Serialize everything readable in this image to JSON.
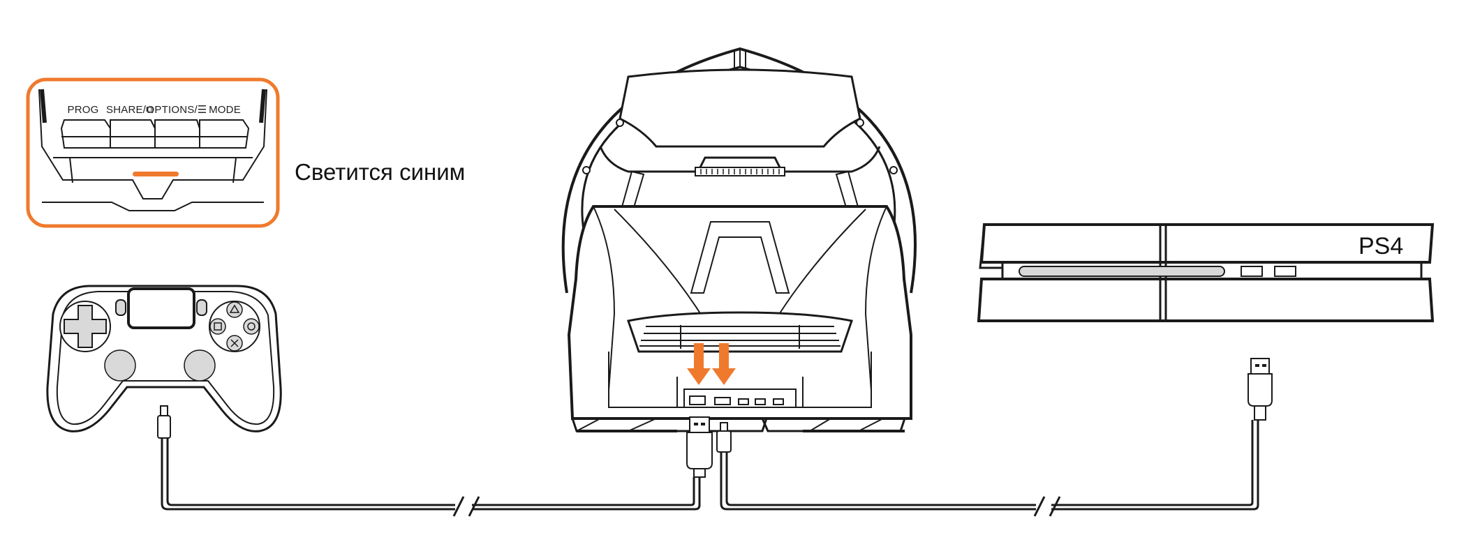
{
  "panel": {
    "buttons": [
      "PROG",
      "SHARE/⧉",
      "OPTIONS/☰",
      "MODE"
    ],
    "caption": "Светится синим"
  },
  "console": {
    "label": "PS4"
  },
  "colors": {
    "accent": "#ef7a2d",
    "line": "#1a1a1a",
    "grey": "#d9d9d9"
  }
}
